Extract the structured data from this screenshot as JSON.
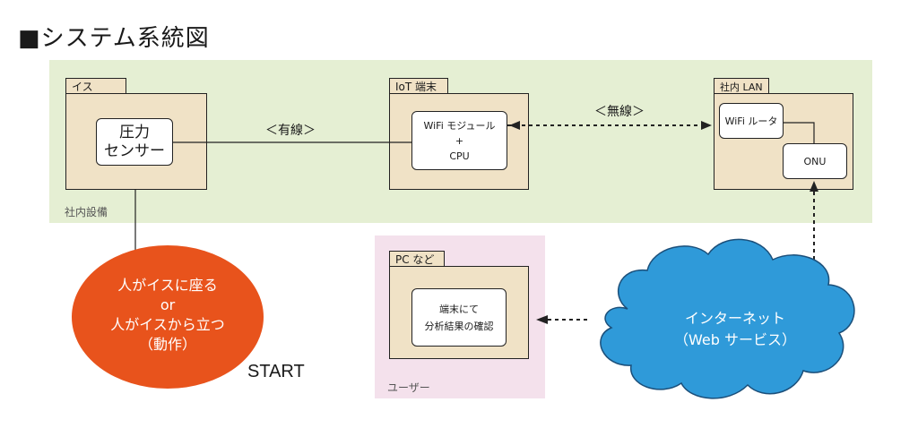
{
  "title": "■システム系統図",
  "zones": {
    "internal": {
      "label": "社内設備",
      "color": "#e5efd3"
    },
    "user": {
      "label": "ユーザー",
      "color": "#f4e1ec"
    }
  },
  "packages": {
    "chair": {
      "tab": "イス",
      "sensor_line1": "圧力",
      "sensor_line2": "センサー"
    },
    "iot": {
      "tab": "IoT 端末",
      "module_line1": "WiFi モジュール",
      "module_line2": "+",
      "module_line3": "CPU"
    },
    "lan": {
      "tab": "社内 LAN",
      "router": "WiFi ルータ",
      "onu": "ONU"
    },
    "pc": {
      "tab": "PC など",
      "line1": "端末にて",
      "line2": "分析結果の確認"
    }
  },
  "connections": {
    "wired": "＜有線＞",
    "wireless": "＜無線＞"
  },
  "action": {
    "line1": "人がイスに座る",
    "line2": "or",
    "line3": "人がイスから立つ",
    "line4": "（動作）",
    "color": "#e8531c"
  },
  "start_label": "START",
  "internet": {
    "line1": "インターネット",
    "line2": "（Web サービス）",
    "color": "#2f9ad9"
  },
  "colors": {
    "package_fill": "#f0e2c6"
  }
}
